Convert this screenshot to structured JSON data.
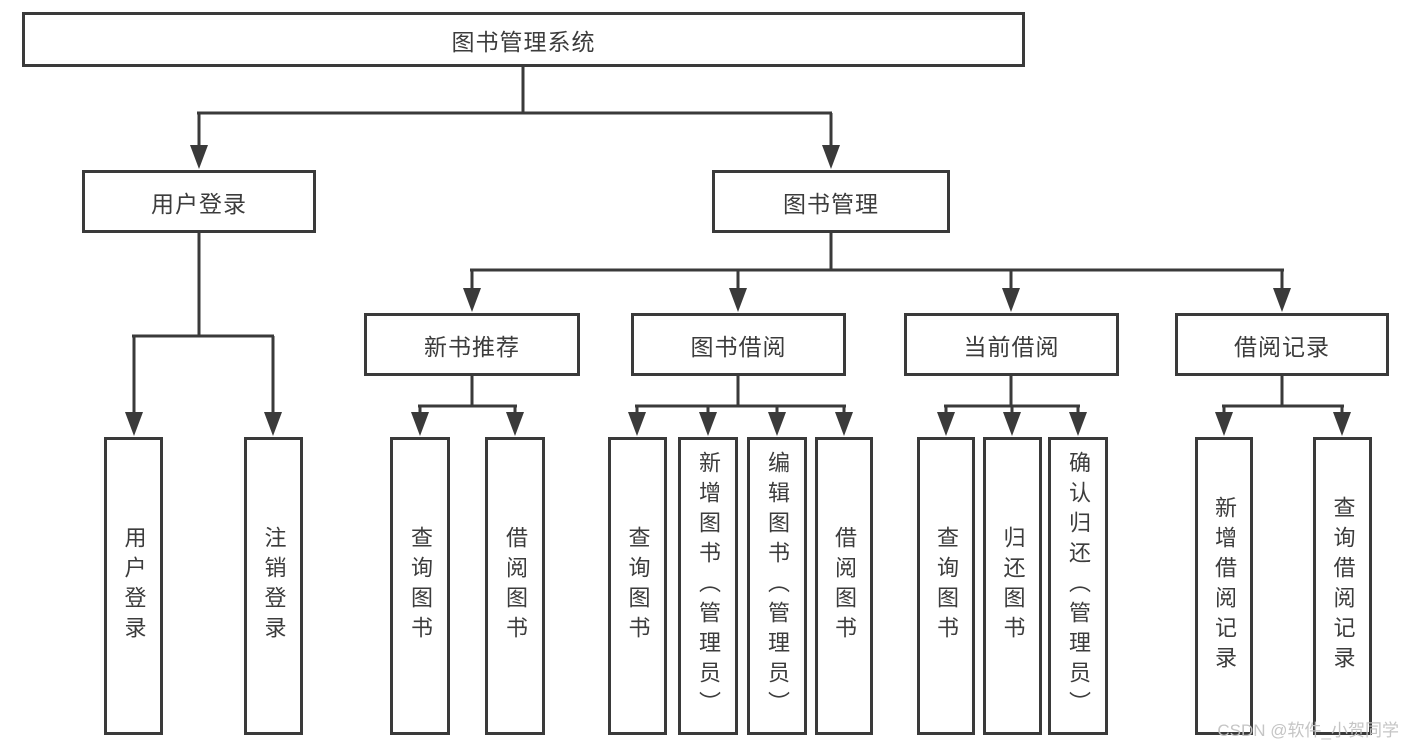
{
  "title": {
    "label": "图书管理系统"
  },
  "level2": {
    "user_login": {
      "label": "用户登录"
    },
    "book_mgmt": {
      "label": "图书管理"
    }
  },
  "level3": {
    "new_book": {
      "label": "新书推荐"
    },
    "book_borrow": {
      "label": "图书借阅"
    },
    "current_borrow": {
      "label": "当前借阅"
    },
    "borrow_record": {
      "label": "借阅记录"
    }
  },
  "leaves": {
    "user_login_1": {
      "label": "用户登录"
    },
    "user_login_2": {
      "label": "注销登录"
    },
    "new_book_1": {
      "label": "查询图书"
    },
    "new_book_2": {
      "label": "借阅图书"
    },
    "book_borrow_1": {
      "label": "查询图书"
    },
    "book_borrow_2": {
      "label": "新增图书（管理员）"
    },
    "book_borrow_3": {
      "label": "编辑图书（管理员）"
    },
    "book_borrow_4": {
      "label": "借阅图书"
    },
    "current_borrow_1": {
      "label": "查询图书"
    },
    "current_borrow_2": {
      "label": "归还图书"
    },
    "current_borrow_3": {
      "label": "确认归还（管理员）"
    },
    "borrow_record_1": {
      "label": "新增借阅记录"
    },
    "borrow_record_2": {
      "label": "查询借阅记录"
    }
  },
  "watermark": {
    "text": "CSDN @软件_小贺同学"
  },
  "colors": {
    "line": "#3a3a3a",
    "text": "#3c3c3c",
    "box_background": "#ffffff",
    "page_background": "#ffffff",
    "watermark": "#c2c2c2"
  }
}
